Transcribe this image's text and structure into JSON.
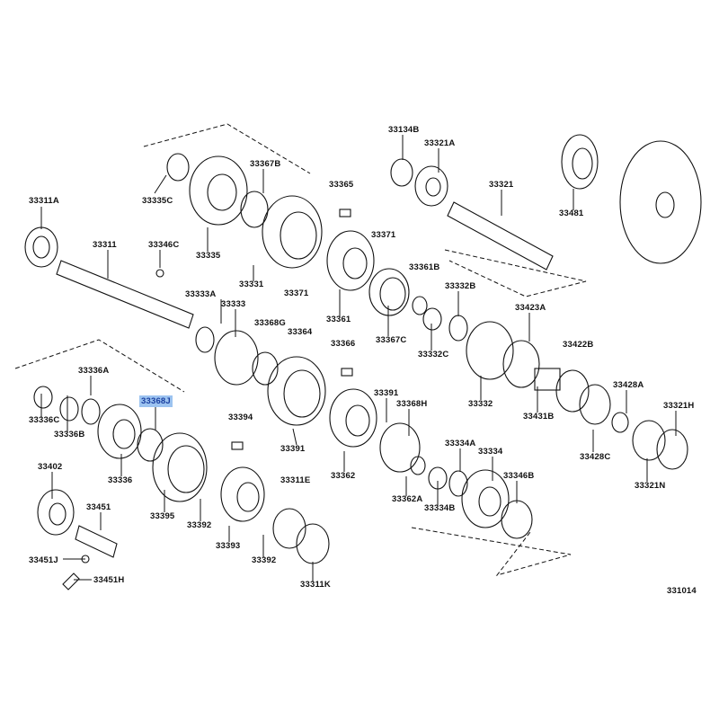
{
  "diagram": {
    "title": "Transmission gear / shaft parts diagram",
    "figure_number": "331014",
    "highlighted_part": "33368J",
    "highlight_color": "#9cc3f0",
    "labels": [
      "33311A",
      "33311",
      "33346C",
      "33335C",
      "33335",
      "33367B",
      "33365",
      "33331",
      "33371",
      "33371",
      "33361",
      "33333A",
      "33333",
      "33368G",
      "33364",
      "33366",
      "33134B",
      "33321A",
      "33321",
      "33481",
      "33361B",
      "33332B",
      "33423A",
      "33367C",
      "33332C",
      "33422B",
      "33336A",
      "33368J",
      "33336C",
      "33336B",
      "33336",
      "33402",
      "33451",
      "33395",
      "33392",
      "33394",
      "33391",
      "33362",
      "33311E",
      "33393",
      "33392",
      "33311K",
      "33451J",
      "33451H",
      "33391",
      "33368H",
      "33332",
      "33431B",
      "33428A",
      "33321H",
      "33428C",
      "33321N",
      "33334A",
      "33334",
      "33346B",
      "33362A",
      "33334B"
    ]
  }
}
